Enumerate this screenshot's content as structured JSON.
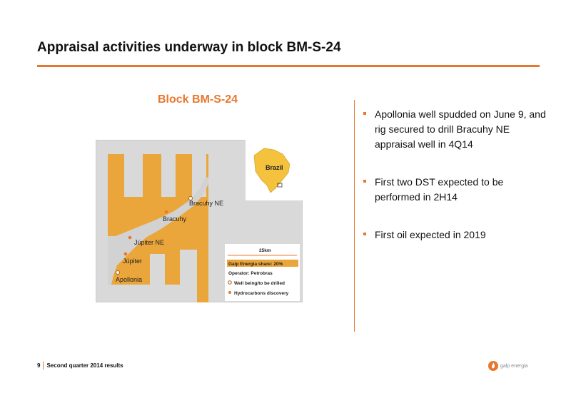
{
  "title": "Appraisal activities underway in block BM-S-24",
  "map": {
    "heading": "Block BM-S-24",
    "labels": {
      "brazil": "Brazil",
      "bracuhy_ne": "Bracuhy NE",
      "bracuhy": "Bracuhy",
      "jupiter_ne": "Júpiter NE",
      "jupiter": "Júpiter",
      "apollonia": "Apollonia"
    },
    "legend": {
      "scale": "25km",
      "share": "Galp Energia share: 20%",
      "operator": "Operator: Petrobras",
      "well": "Well being/to be drilled",
      "discovery": "Hydrocarbons discovery"
    },
    "colors": {
      "block": "#eaa53b",
      "sea": "#d8d8d8",
      "land": "#f4c23d",
      "accent": "#e8772e"
    }
  },
  "bullets": [
    "Apollonia well spudded on June 9, and rig secured to drill Bracuhy NE appraisal well in 4Q14",
    "First two DST expected to be performed in 2H14",
    "First oil expected in 2019"
  ],
  "footer": {
    "page": "9",
    "text": "Second quarter 2014 results"
  },
  "logo": {
    "text": "galp energia",
    "icon": "galp-flame-icon"
  }
}
